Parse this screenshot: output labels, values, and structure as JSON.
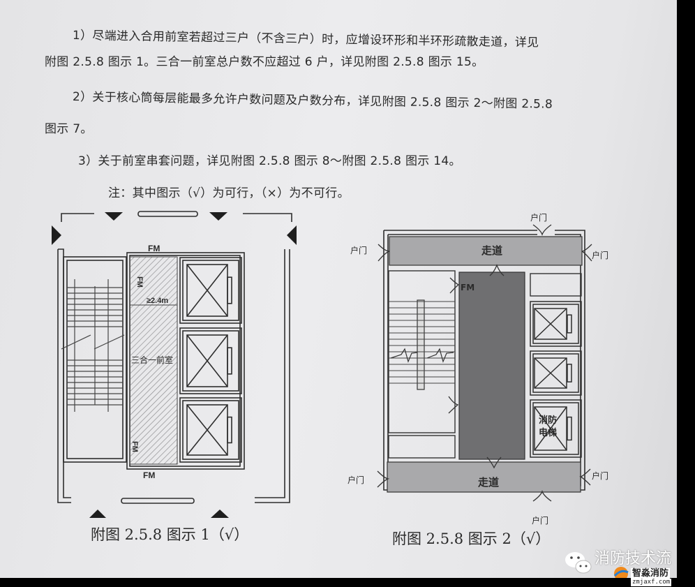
{
  "paragraphs": {
    "p1_line1": "1）尽端进入合用前室若超过三户（不含三户）时，应增设环形和半环形疏散走道，详见",
    "p1_line2": "附图  2.5.8 图示 1。三合一前室总户数不应超过 6 户，详见附图  2.5.8 图示 15。",
    "p2_line1": "2）关于核心筒每层能最多允许户数问题及户数分布，详见附图 2.5.8 图示 2～附图 2.5.8",
    "p2_line2": "图示 7。",
    "p3": "3）关于前室串套问题，详见附图 2.5.8 图示 8～附图 2.5.8 图示 14。",
    "note": "注：其中图示（√）为可行，（×）为不可行。"
  },
  "figure1": {
    "caption": "附图  2.5.8 图示 1（√）",
    "fm_top": "FM",
    "fm_bottom": "FM",
    "fm_left_top": "FM",
    "fm_left_bottom": "FM",
    "width_label": "≥2.4m",
    "lobby_label": "三合一前室"
  },
  "figure2": {
    "caption": "附图  2.5.8 图示 2（√）",
    "corridor_top": "走道",
    "corridor_bottom": "走道",
    "fm": "FM",
    "fire_elevator": [
      "消防",
      "电梯"
    ],
    "door_top": "户门",
    "door_left_top": "户门",
    "door_right_top": "户门",
    "door_left_bottom": "户门",
    "door_right_bottom": "户门",
    "door_bottom": "户门"
  },
  "watermark": {
    "account": "消防技术流",
    "brand": "智淼消防",
    "site": "zmjaxf.com"
  },
  "colors": {
    "paper": "#e9e9eb",
    "lobby_dark": "#6f6f71",
    "corridor": "#a9a9ab",
    "ink": "#2a2a2a"
  }
}
